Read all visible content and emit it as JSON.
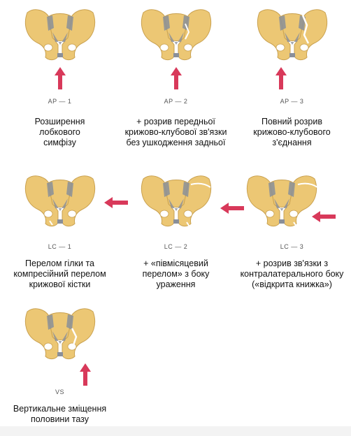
{
  "colors": {
    "bone": "#ecc774",
    "bone_stroke": "#c9a150",
    "ligament": "#8a8f99",
    "arrow": "#d8395a",
    "fracture": "#ffffff"
  },
  "panels": [
    {
      "code": "AP — 1",
      "caption": [
        "Розширення",
        "лобкового",
        "симфізу"
      ]
    },
    {
      "code": "AP — 2",
      "caption": [
        "+ розрив передньої",
        "крижово-клубової зв'язки",
        "без ушкодження задньої"
      ]
    },
    {
      "code": "AP — 3",
      "caption": [
        "Повний розрив",
        "крижово-клубового",
        "з'єднання"
      ]
    },
    {
      "code": "LC — 1",
      "caption": [
        "Перелом гілки та",
        "компресійний перелом",
        "крижової кістки"
      ]
    },
    {
      "code": "LC — 2",
      "caption": [
        "+ «півмісяцевий",
        "перелом» з боку",
        "ураження"
      ]
    },
    {
      "code": "LC — 3",
      "caption": [
        "+ розрив зв'язки з",
        "контралатерального боку",
        "(«відкрита книжка»)"
      ]
    },
    {
      "code": "VS",
      "caption": [
        "Вертикальне зміщення",
        "половини тазу"
      ]
    }
  ]
}
